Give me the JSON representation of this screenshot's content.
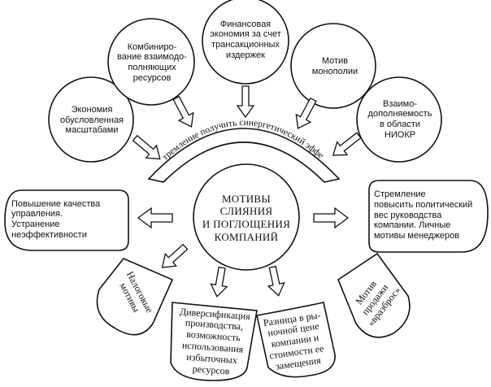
{
  "center": {
    "title": "МОТИВЫ\nСЛИЯНИЯ\nИ ПОГЛОЩЕНИЯ\nКОМПАНИЙ"
  },
  "arc": {
    "label": "Стремление получить синергетический эффект"
  },
  "top_circles": [
    {
      "text": "Экономия\nобусловленная\nмасштабами"
    },
    {
      "text": "Комбиниро-\nвание взаимодо-\nполняющих\nресурсов"
    },
    {
      "text": "Финансовая\nэкономия за счет\nтрансакционных\nиздержек"
    },
    {
      "text": "Мотив\nмонополии"
    },
    {
      "text": "Взаимо-\nдополняемость\nв области\nНИОКР"
    }
  ],
  "side_boxes": {
    "left": {
      "text": "Повышение качества\nуправления.\nУстранение\nнеэффективности"
    },
    "right": {
      "text": "Стремление\nповысить политический\nвес руководства\nкомпании. Личные\nмотивы менеджеров"
    }
  },
  "bottom_shapes": [
    {
      "text": "Налоговые\nмотивы"
    },
    {
      "text": "Диверсификация\nпроизводства,\nвозможность\nиспользования\nизбыточных\nресурсов"
    },
    {
      "text": "Разница в ры-\nночной цене\nкомпании и\nстоимости ее\nзамещения"
    },
    {
      "text": "Мотив\nпродажи\n«вразброс»"
    }
  ]
}
